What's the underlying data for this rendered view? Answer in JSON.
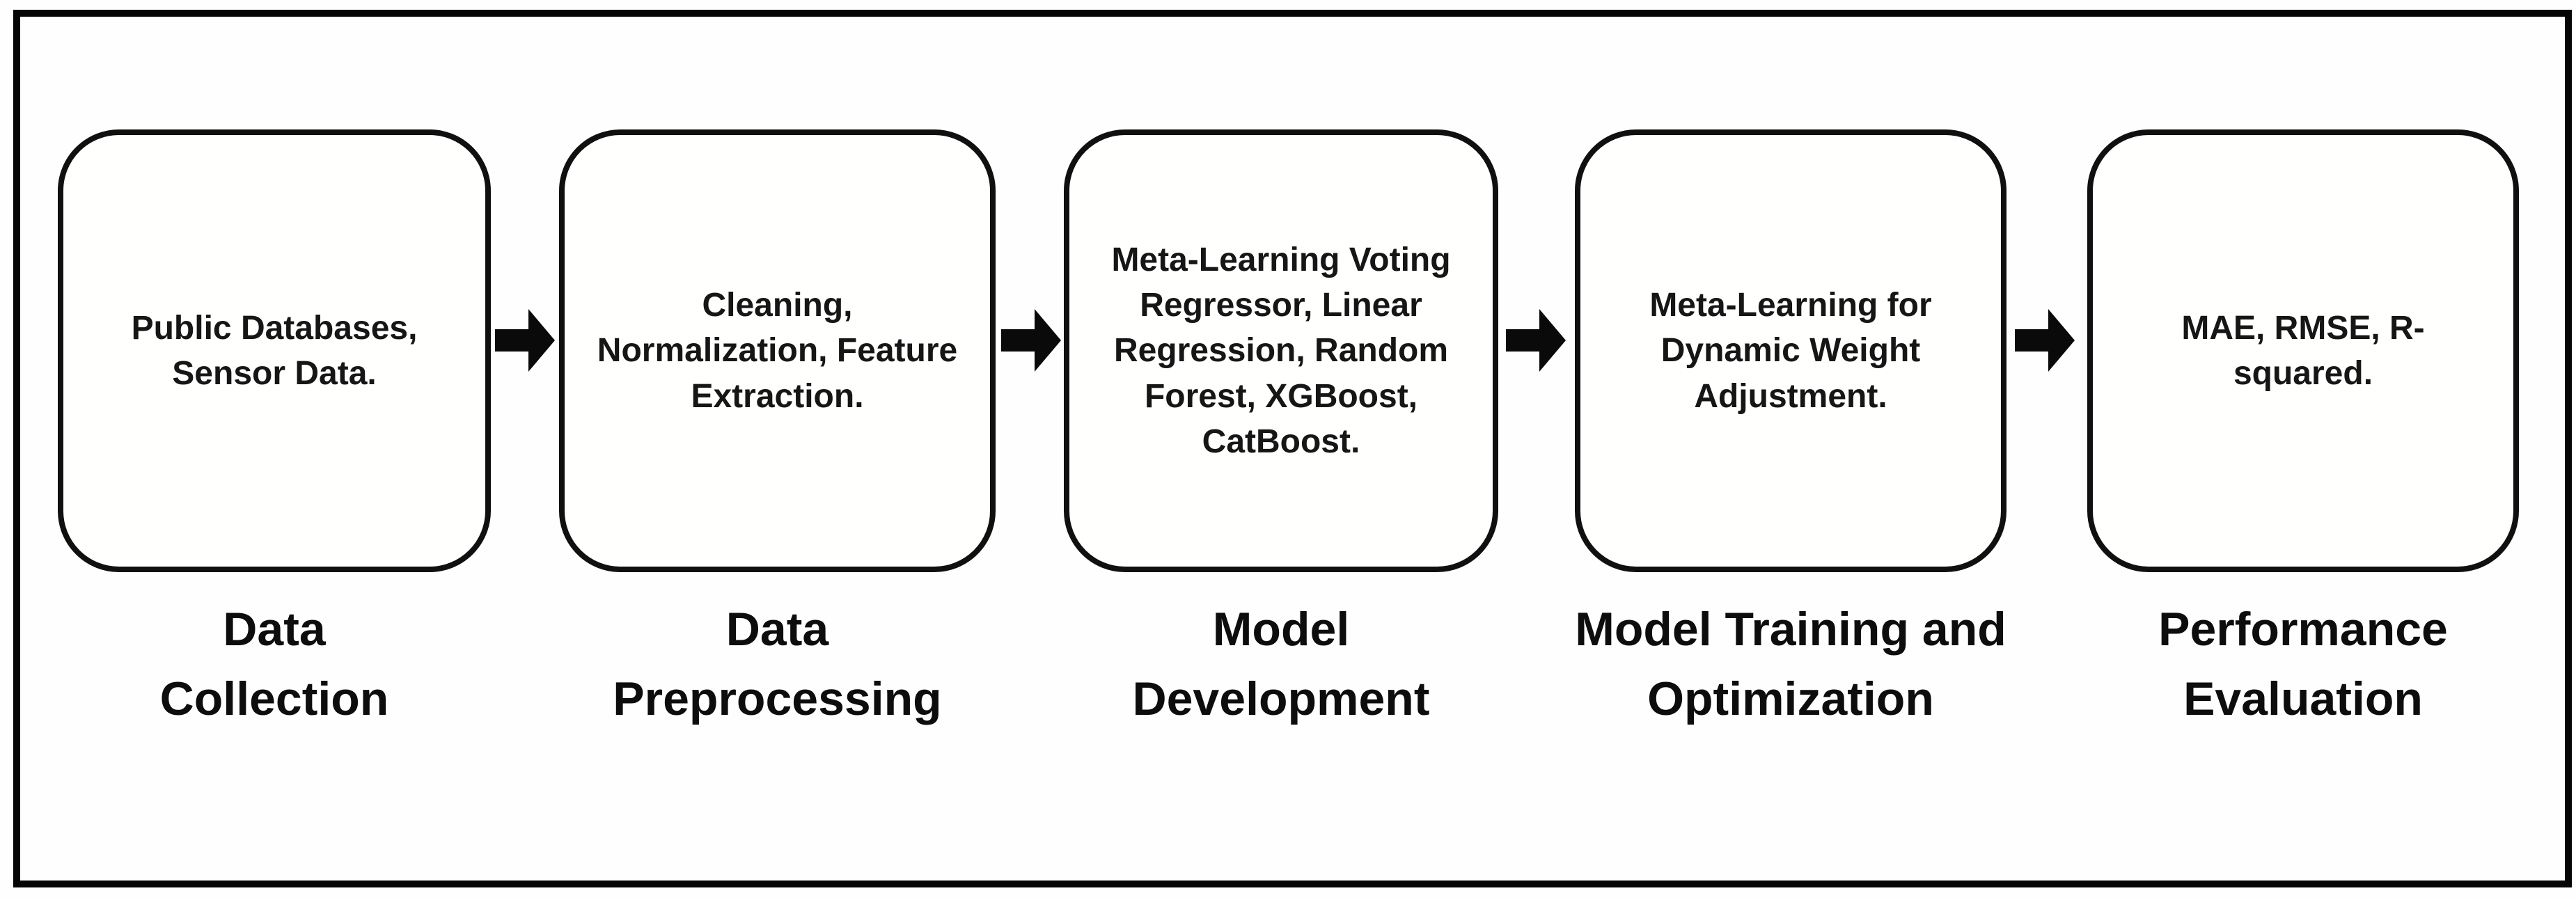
{
  "figure": {
    "type": "flowchart",
    "direction": "left-to-right",
    "stages": [
      {
        "box_text": "Public Databases,\nSensor Data.",
        "label": "Data\nCollection"
      },
      {
        "box_text": "Cleaning,\nNormalization, Feature\nExtraction.",
        "label": "Data\nPreprocessing"
      },
      {
        "box_text": "Meta-Learning Voting\nRegressor, Linear\nRegression, Random\nForest, XGBoost,\nCatBoost.",
        "label": "Model\nDevelopment"
      },
      {
        "box_text": "Meta-Learning for\nDynamic Weight\nAdjustment.",
        "label": "Model Training and\nOptimization"
      },
      {
        "box_text": "MAE, RMSE, R-\nsquared.",
        "label": "Performance\nEvaluation"
      }
    ],
    "connectors": [
      "arrow-right",
      "arrow-right",
      "arrow-right",
      "arrow-right"
    ],
    "colors": {
      "line": "#101010",
      "frame": "#050505",
      "text": "#161616",
      "background": "#ffffff"
    }
  }
}
